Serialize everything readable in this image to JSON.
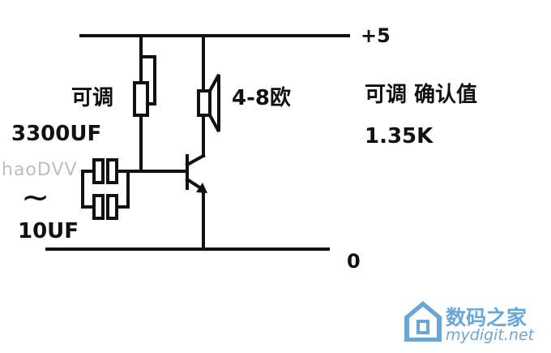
{
  "labels": {
    "vcc": "+5",
    "ground": "0",
    "bias_resistor": "可调",
    "speaker": "4-8欧",
    "adjust_note": "可调 确认值",
    "resistance_value": "1.35K",
    "cap_main": "3300UF",
    "cap_small": "10UF",
    "ac_source": "~"
  },
  "watermark": "haoDVV",
  "brand": {
    "name": "数码之家",
    "url": "mydigit.net"
  },
  "colors": {
    "wire": "#111111",
    "brand": "#6aa7d9",
    "watermark": "#bdbdbd"
  }
}
